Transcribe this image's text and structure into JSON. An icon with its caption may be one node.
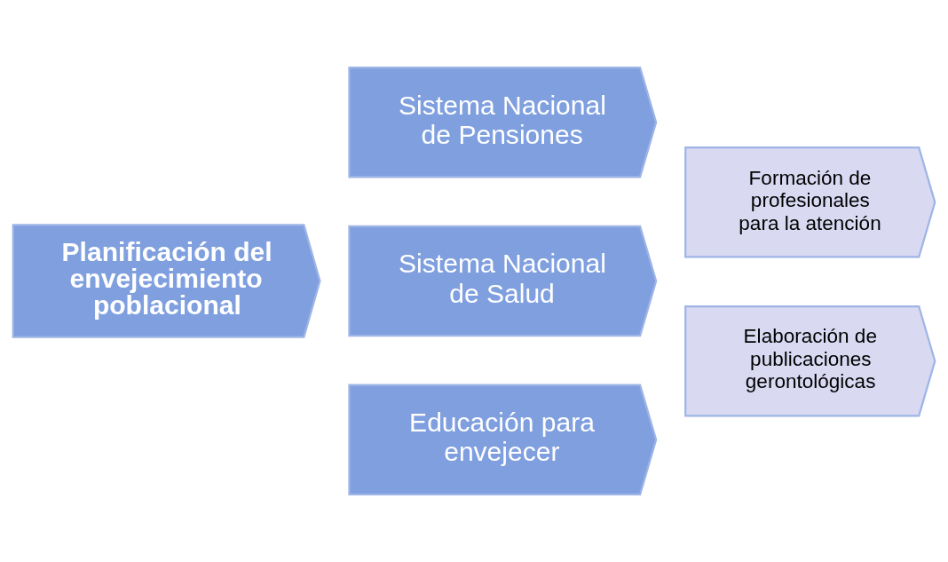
{
  "diagram": {
    "nodes": [
      {
        "text": [
          "Sistema Nacional de Pensiones"
        ]
      },
      {
        "text": [
          "Planificación del envejecimiento poblacional"
        ]
      },
      {
        "text": [
          "Sistema Nacional de Salud"
        ]
      },
      {
        "text": [
          "Educación para envejecer"
        ]
      },
      {
        "text": [
          "Formación de profesionales para la atención"
        ]
      },
      {
        "text": [
          "Elaboración de publicaciones gerontológicas"
        ]
      }
    ]
  }
}
